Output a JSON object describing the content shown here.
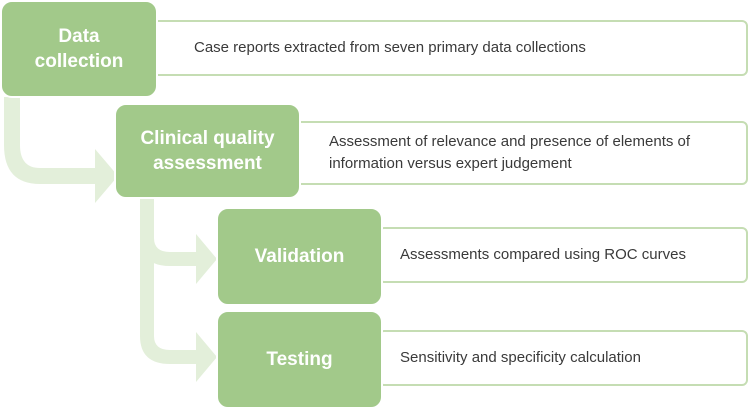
{
  "steps": [
    {
      "label": "Data\ncollection",
      "description": "Case reports extracted from seven primary data collections"
    },
    {
      "label": "Clinical quality\nassessment",
      "description": "Assessment of relevance and presence of elements of\ninformation versus expert judgement"
    },
    {
      "label": "Validation",
      "description": "Assessments compared using ROC curves"
    },
    {
      "label": "Testing",
      "description": "Sensitivity and specificity calculation"
    }
  ],
  "colors": {
    "step_fill": "#a2c98a",
    "step_text": "#ffffff",
    "description_border": "#c5ddb3",
    "connector_arrow": "#e3efda",
    "description_text": "#3a3a3a"
  }
}
